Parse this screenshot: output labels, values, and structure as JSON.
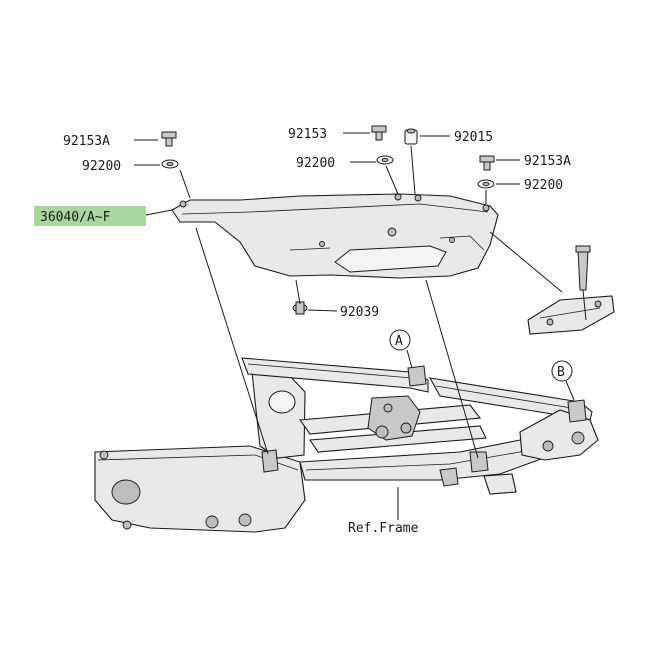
{
  "parts": {
    "p92153a_left": "92153A",
    "p92200_left": "92200",
    "p36040": "36040/A~F",
    "p92153": "92153",
    "p92015": "92015",
    "p92200_mid": "92200",
    "p92153a_right": "92153A",
    "p92200_right": "92200",
    "p92039": "92039",
    "ref_a": "A",
    "ref_b": "B",
    "ref_frame": "Ref.Frame"
  },
  "colors": {
    "highlight": "#a8d8a0",
    "ink": "#1a1a1a",
    "part_fill": "#e9e9e9"
  }
}
